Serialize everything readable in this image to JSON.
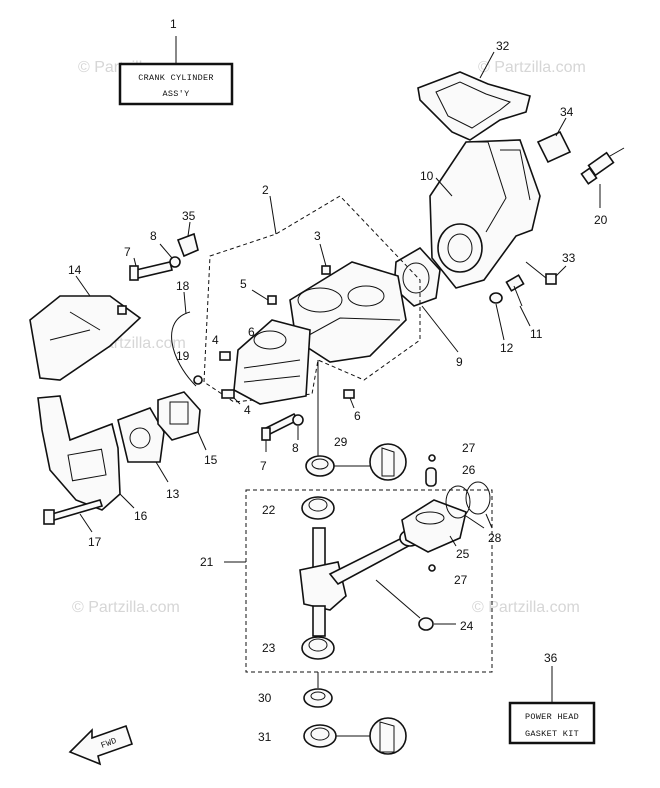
{
  "watermark": "© Partzilla.com",
  "callouts": [
    {
      "id": "c1",
      "text": "1"
    },
    {
      "id": "c2",
      "text": "2"
    },
    {
      "id": "c3",
      "text": "3"
    },
    {
      "id": "c4a",
      "text": "4"
    },
    {
      "id": "c4b",
      "text": "4"
    },
    {
      "id": "c5",
      "text": "5"
    },
    {
      "id": "c6a",
      "text": "6"
    },
    {
      "id": "c6b",
      "text": "6"
    },
    {
      "id": "c7a",
      "text": "7"
    },
    {
      "id": "c7b",
      "text": "7"
    },
    {
      "id": "c8a",
      "text": "8"
    },
    {
      "id": "c8b",
      "text": "8"
    },
    {
      "id": "c9",
      "text": "9"
    },
    {
      "id": "c10",
      "text": "10"
    },
    {
      "id": "c11",
      "text": "11"
    },
    {
      "id": "c12",
      "text": "12"
    },
    {
      "id": "c13",
      "text": "13"
    },
    {
      "id": "c14",
      "text": "14"
    },
    {
      "id": "c15",
      "text": "15"
    },
    {
      "id": "c16",
      "text": "16"
    },
    {
      "id": "c17",
      "text": "17"
    },
    {
      "id": "c18",
      "text": "18"
    },
    {
      "id": "c19",
      "text": "19"
    },
    {
      "id": "c20",
      "text": "20"
    },
    {
      "id": "c21",
      "text": "21"
    },
    {
      "id": "c22",
      "text": "22"
    },
    {
      "id": "c23",
      "text": "23"
    },
    {
      "id": "c24",
      "text": "24"
    },
    {
      "id": "c25",
      "text": "25"
    },
    {
      "id": "c26",
      "text": "26"
    },
    {
      "id": "c27a",
      "text": "27"
    },
    {
      "id": "c27b",
      "text": "27"
    },
    {
      "id": "c28",
      "text": "28"
    },
    {
      "id": "c29",
      "text": "29"
    },
    {
      "id": "c30",
      "text": "30"
    },
    {
      "id": "c31",
      "text": "31"
    },
    {
      "id": "c32",
      "text": "32"
    },
    {
      "id": "c33",
      "text": "33"
    },
    {
      "id": "c34",
      "text": "34"
    },
    {
      "id": "c35",
      "text": "35"
    },
    {
      "id": "c36",
      "text": "36"
    }
  ],
  "labels": {
    "crank_cylinder_line1": "CRANK CYLINDER",
    "crank_cylinder_line2": "ASS'Y",
    "gasket_kit_line1": "POWER HEAD",
    "gasket_kit_line2": "GASKET KIT",
    "fwd": "FWD"
  }
}
